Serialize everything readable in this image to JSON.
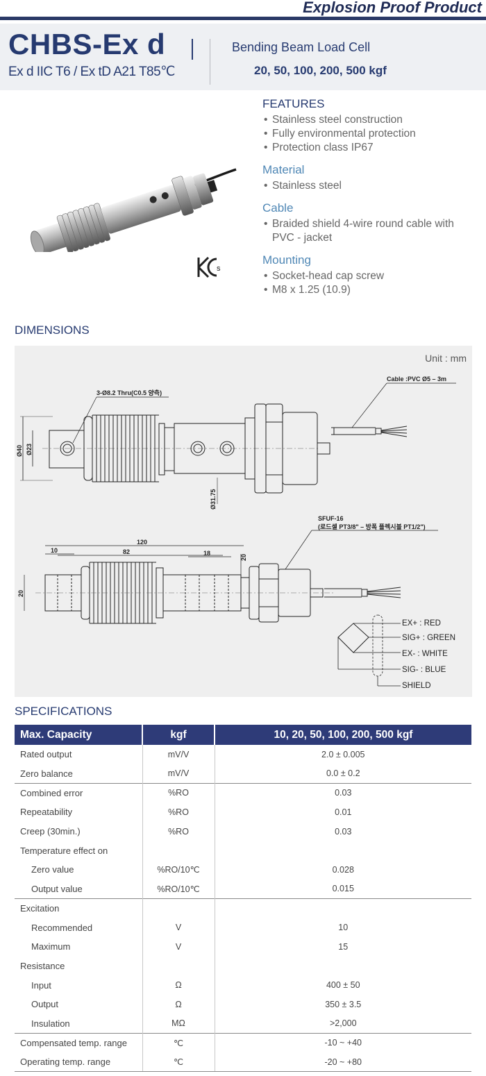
{
  "banner": {
    "label": "Explosion Proof Product"
  },
  "header": {
    "model": "CHBS-Ex d",
    "certification": "Ex d IIC T6 / Ex tD A21 T85℃",
    "product_type": "Bending Beam Load Cell",
    "capacities": "20, 50, 100, 200, 500 kgf"
  },
  "features": {
    "title": "FEATURES",
    "items": [
      "Stainless steel construction",
      "Fully environmental protection",
      "Protection class IP67"
    ],
    "material_title": "Material",
    "material_items": [
      "Stainless steel"
    ],
    "cable_title": "Cable",
    "cable_items": [
      "Braided shield 4-wire round cable with PVC - jacket"
    ],
    "mounting_title": "Mounting",
    "mounting_items": [
      "Socket-head cap screw",
      "M8 x 1.25 (10.9)"
    ]
  },
  "kcs_mark": "KCs",
  "dimensions": {
    "title": "DIMENSIONS",
    "unit": "Unit : mm",
    "hole_label": "3-Ø8.2 Thru(C0.5 양측)",
    "cable_label": "Cable :PVC Ø5 – 3m",
    "d40": "Ø40",
    "d23": "Ø23",
    "d3175": "Ø31.75",
    "fitting_label": "SFUF-16",
    "fitting_note": "(로드셀 PT3/8\" – 방폭 플렉시블 PT1/2\")",
    "dim_120": "120",
    "dim_10": "10",
    "dim_82": "82",
    "dim_18": "18",
    "dim_20a": "20",
    "dim_20b": "20",
    "wires": [
      "EX+ : RED",
      "SIG+ : GREEN",
      "EX- : WHITE",
      "SIG- : BLUE",
      "SHIELD"
    ]
  },
  "specifications": {
    "title": "SPECIFICATIONS",
    "header": [
      "Max. Capacity",
      "kgf",
      "10, 20, 50, 100, 200, 500 kgf"
    ],
    "rows": [
      {
        "name": "Rated output",
        "unit": "mV/V",
        "value": "2.0 ± 0.005"
      },
      {
        "name": "Zero balance",
        "unit": "mV/V",
        "value": "0.0 ± 0.2"
      },
      {
        "name": "Combined error",
        "unit": "%RO",
        "value": "0.03"
      },
      {
        "name": "Repeatability",
        "unit": "%RO",
        "value": "0.01"
      },
      {
        "name": "Creep (30min.)",
        "unit": "%RO",
        "value": "0.03"
      },
      {
        "name": "Temperature effect on",
        "unit": "",
        "value": ""
      },
      {
        "name": "Zero value",
        "unit": "%RO/10℃",
        "value": "0.028"
      },
      {
        "name": "Output  value",
        "unit": "%RO/10℃",
        "value": "0.015"
      },
      {
        "name": "Excitation",
        "unit": "",
        "value": ""
      },
      {
        "name": "Recommended",
        "unit": "V",
        "value": "10"
      },
      {
        "name": "Maximum",
        "unit": "V",
        "value": "15"
      },
      {
        "name": "Resistance",
        "unit": "",
        "value": ""
      },
      {
        "name": "Input",
        "unit": "Ω",
        "value": "400 ± 50"
      },
      {
        "name": "Output",
        "unit": "Ω",
        "value": "350 ± 3.5"
      },
      {
        "name": "Insulation",
        "unit": "MΩ",
        "value": ">2,000"
      },
      {
        "name": "Compensated temp. range",
        "unit": "℃",
        "value": "-10 ~ +40"
      },
      {
        "name": "Operating temp. range",
        "unit": "℃",
        "value": "-20 ~ +80"
      }
    ]
  }
}
